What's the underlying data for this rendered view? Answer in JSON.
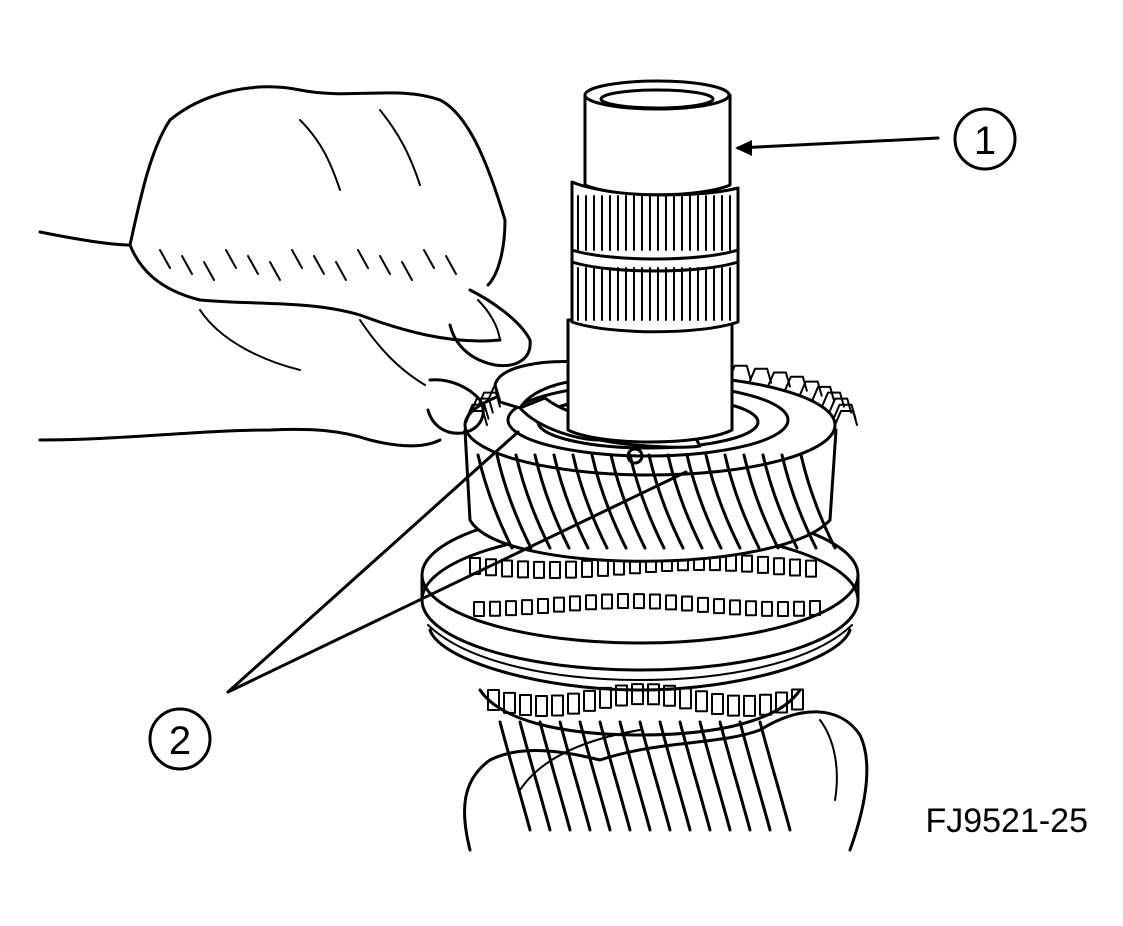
{
  "callouts": [
    {
      "number": "1"
    },
    {
      "number": "2"
    }
  ],
  "figure_id": "FJ9521-25",
  "colors": {
    "ink": "#000000",
    "paper": "#ffffff"
  }
}
